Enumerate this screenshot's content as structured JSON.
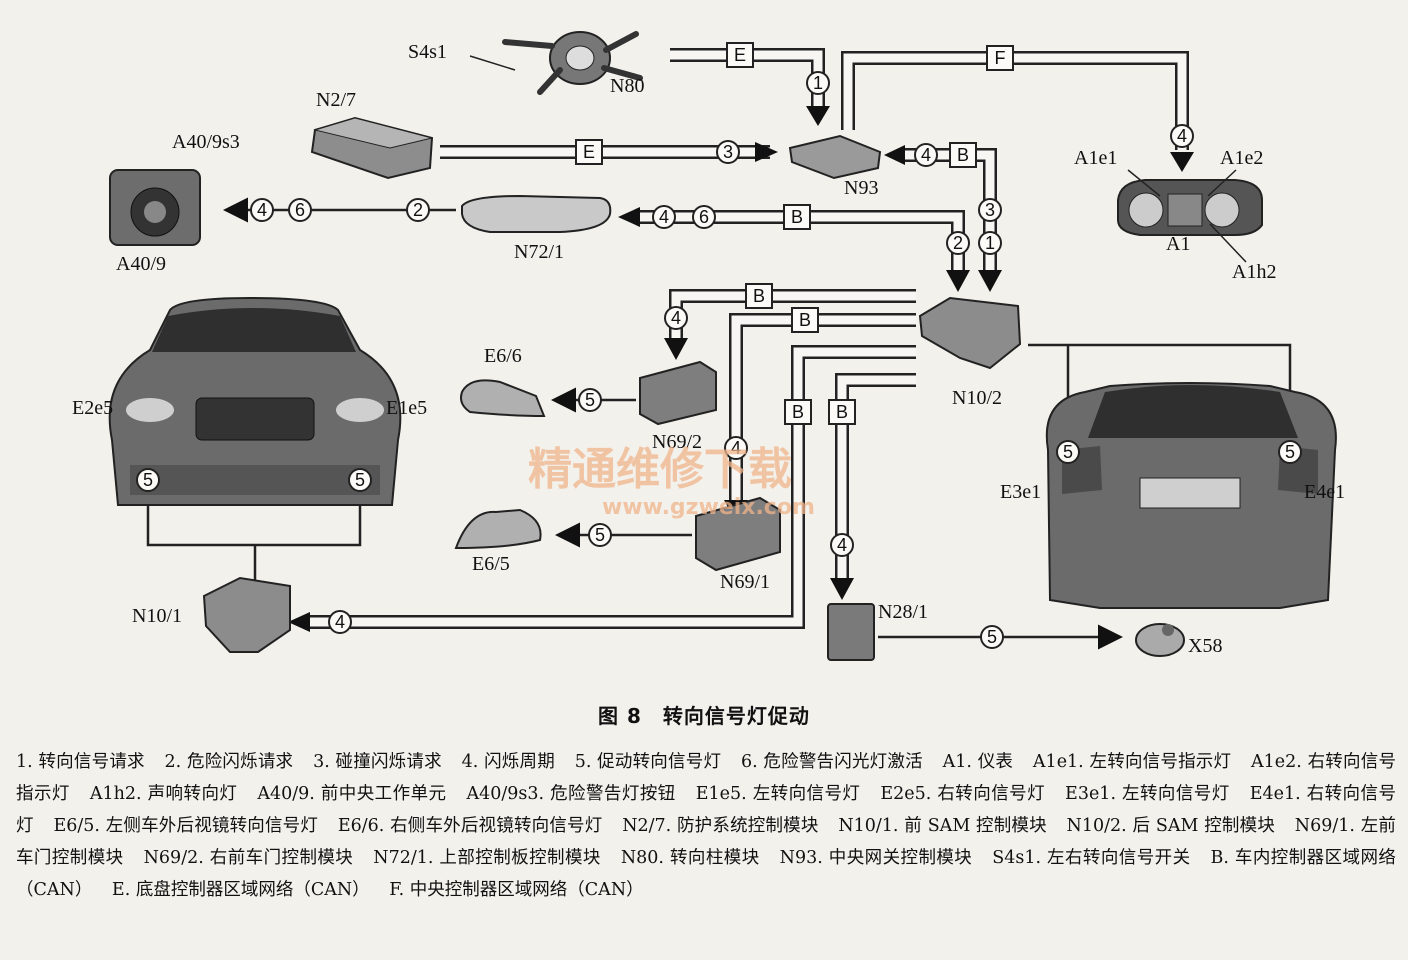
{
  "labels": {
    "s4s1": "S4s1",
    "n80": "N80",
    "n27": "N2/7",
    "a40_9s3": "A40/9s3",
    "a40_9": "A40/9",
    "n93": "N93",
    "n72_1": "N72/1",
    "a1e1": "A1e1",
    "a1e2": "A1e2",
    "a1": "A1",
    "a1h2": "A1h2",
    "e6_6": "E6/6",
    "e6_5": "E6/5",
    "n69_2": "N69/2",
    "n69_1": "N69/1",
    "n10_2": "N10/2",
    "n10_1": "N10/1",
    "n28_1": "N28/1",
    "x58": "X58",
    "e2e5": "E2e5",
    "e1e5": "E1e5",
    "e3e1": "E3e1",
    "e4e1": "E4e1"
  },
  "buses": {
    "E": "E",
    "F": "F",
    "B": "B"
  },
  "numbers": {
    "n1": "1",
    "n2": "2",
    "n3": "3",
    "n4": "4",
    "n5": "5",
    "n6": "6"
  },
  "watermark": {
    "cn": "精通维修下载",
    "url": "www.gzweix.com"
  },
  "caption": "图 8　转向信号灯促动",
  "legend": [
    "1. 转向信号请求",
    "2. 危险闪烁请求",
    "3. 碰撞闪烁请求",
    "4. 闪烁周期",
    "5. 促动转向信号灯",
    "6. 危险警告闪光灯激活",
    "A1. 仪表",
    "A1e1. 左转向信号指示灯",
    "A1e2. 右转向信号指示灯",
    "A1h2. 声响转向灯",
    "A40/9. 前中央工作单元",
    "A40/9s3. 危险警告灯按钮",
    "E1e5. 左转向信号灯",
    "E2e5. 右转向信号灯",
    "E3e1. 左转向信号灯",
    "E4e1. 右转向信号灯",
    "E6/5. 左侧车外后视镜转向信号灯",
    "E6/6. 右侧车外后视镜转向信号灯",
    "N2/7. 防护系统控制模块",
    "N10/1. 前 SAM 控制模块",
    "N10/2. 后 SAM 控制模块",
    "N69/1. 左前车门控制模块",
    "N69/2. 右前车门控制模块",
    "N72/1. 上部控制板控制模块",
    "N80. 转向柱模块",
    "N93. 中央网关控制模块",
    "S4s1. 左右转向信号开关",
    "B. 车内控制器区域网络（CAN）",
    "E. 底盘控制器区域网络（CAN）",
    "F. 中央控制器区域网络（CAN）"
  ],
  "colors": {
    "watermark": "#f0b48a",
    "line": "#222222",
    "paper": "#f3f1ec"
  }
}
